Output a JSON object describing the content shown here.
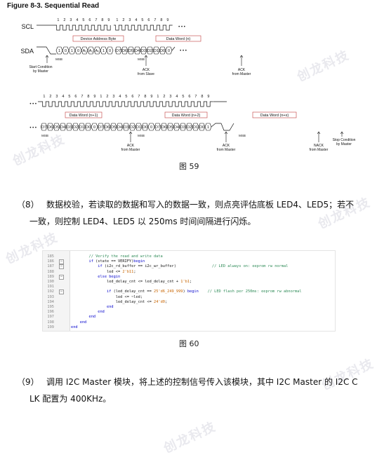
{
  "figure": {
    "title": "Figure 8-3.  Sequential Read",
    "signals": {
      "scl": "SCL",
      "sda": "SDA"
    },
    "row1": {
      "clock_numbers": [
        "1",
        "2",
        "3",
        "4",
        "5",
        "6",
        "7",
        "8",
        "9",
        "1",
        "2",
        "3",
        "4",
        "5",
        "6",
        "7",
        "8",
        "9"
      ],
      "device_label": "Device Address Byte",
      "data_label": "Data Word (n)",
      "bits": [
        "1",
        "0",
        "1",
        "0",
        "A₂",
        "A₁",
        "A₀",
        "1",
        "0",
        "D7",
        "D6",
        "D5",
        "D4",
        "D3",
        "D2",
        "D1",
        "D0",
        "0"
      ],
      "msb": "MSB",
      "start": "Start Condition\nby Master",
      "ack_slave": "ACK\nfrom Slave",
      "ack_master": "ACK\nfrom Master",
      "dots": "• • •"
    },
    "row2": {
      "clock_numbers": [
        "1",
        "2",
        "3",
        "4",
        "5",
        "6",
        "7",
        "8",
        "9",
        "1",
        "2",
        "3",
        "4",
        "5",
        "6",
        "7",
        "8",
        "9",
        "1",
        "2",
        "3",
        "4",
        "5",
        "6",
        "7",
        "8",
        "9"
      ],
      "data1_label": "Data Word (n+1)",
      "data2_label": "Data Word (n+2)",
      "data3_label": "Data Word (n+x)",
      "bits": [
        "D7",
        "D6",
        "D5",
        "D4",
        "D3",
        "D2",
        "D1",
        "D0",
        "0",
        "D7",
        "D6",
        "D5",
        "D4",
        "D3",
        "D2",
        "D1",
        "D0",
        "0",
        "D7",
        "D6",
        "D5",
        "D4",
        "D3",
        "D2",
        "D1",
        "D0",
        "1"
      ],
      "msb": "MSB",
      "ack1": "ACK\nfrom Master",
      "ack2": "ACK\nfrom Master",
      "nack": "NACK\nfrom Master",
      "stop": "Stop Condition\nby Master",
      "dots": "• • •"
    },
    "caption": "图  59"
  },
  "para8": {
    "num": "（8）",
    "line1": "数据校验，若读取的数据和写入的数据一致，则点亮评估底板 LED4、LED5；若不",
    "line2": "一致，则控制 LED4、LED5 以 250ms 时间间隔进行闪烁。"
  },
  "code": {
    "lines": [
      {
        "n": "185",
        "fold": "",
        "parts": [
          [
            "cm",
            "        // Verify the read and write data"
          ]
        ]
      },
      {
        "n": "186",
        "fold": "−",
        "parts": [
          [
            "kw",
            "        if"
          ],
          [
            "tx",
            " (state == VERIFY)"
          ],
          [
            "kw",
            "begin"
          ]
        ]
      },
      {
        "n": "187",
        "fold": "−",
        "parts": [
          [
            "kw",
            "            if"
          ],
          [
            "tx",
            " (i2c_rd_buffer == i2c_wr_buffer)                "
          ],
          [
            "cm",
            "// LED always on: eeprom rw normal"
          ]
        ]
      },
      {
        "n": "188",
        "fold": "",
        "parts": [
          [
            "tx",
            "                led <= "
          ],
          [
            "nm",
            "2'b11"
          ],
          [
            "tx",
            ";"
          ]
        ]
      },
      {
        "n": "189",
        "fold": "−",
        "parts": [
          [
            "kw",
            "            else begin"
          ]
        ]
      },
      {
        "n": "190",
        "fold": "",
        "parts": [
          [
            "tx",
            "                led_delay_cnt <= led_delay_cnt + "
          ],
          [
            "nm",
            "1'b1"
          ],
          [
            "tx",
            ";"
          ]
        ]
      },
      {
        "n": "191",
        "fold": "",
        "parts": [
          [
            "tx",
            ""
          ]
        ]
      },
      {
        "n": "192",
        "fold": "−",
        "parts": [
          [
            "kw",
            "                if"
          ],
          [
            "tx",
            " (led_delay_cnt == "
          ],
          [
            "nm",
            "25'd6_249_999"
          ],
          [
            "tx",
            ") "
          ],
          [
            "kw",
            "begin"
          ],
          [
            "tx",
            "    "
          ],
          [
            "cm",
            "// LED flash per 250ms: eeprom rw abnormal"
          ]
        ]
      },
      {
        "n": "193",
        "fold": "",
        "parts": [
          [
            "tx",
            "                    led <= ~led;"
          ]
        ]
      },
      {
        "n": "194",
        "fold": "",
        "parts": [
          [
            "tx",
            "                    led_delay_cnt <= "
          ],
          [
            "nm",
            "24'd0"
          ],
          [
            "tx",
            ";"
          ]
        ]
      },
      {
        "n": "195",
        "fold": "",
        "parts": [
          [
            "kw",
            "                end"
          ]
        ]
      },
      {
        "n": "196",
        "fold": "",
        "parts": [
          [
            "kw",
            "            end"
          ]
        ]
      },
      {
        "n": "197",
        "fold": "",
        "parts": [
          [
            "kw",
            "        end"
          ]
        ]
      },
      {
        "n": "198",
        "fold": "",
        "parts": [
          [
            "kw",
            "    end"
          ]
        ]
      },
      {
        "n": "199",
        "fold": "",
        "parts": [
          [
            "kw",
            "end"
          ]
        ]
      }
    ],
    "caption": "图  60"
  },
  "para9": {
    "num": "（9）",
    "line1": "调用 I2C  Master 模块，将上述的控制信号传入该模块，其中 I2C  Master 的 I2C  C",
    "line2": "LK 配置为 400KHz。"
  },
  "watermark": "创龙科技"
}
